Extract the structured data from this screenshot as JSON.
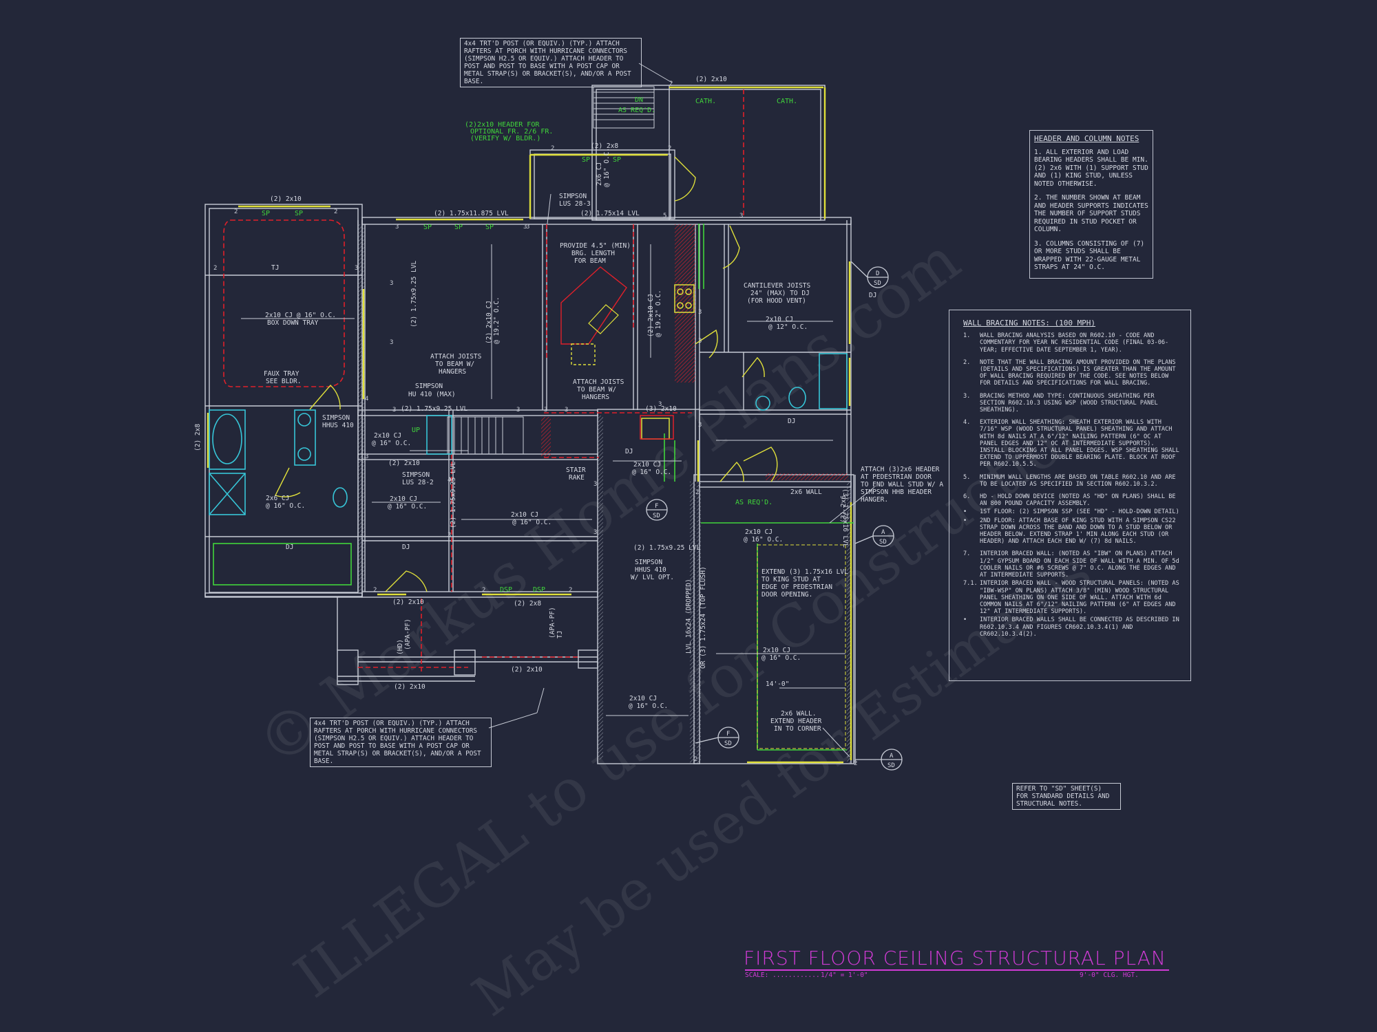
{
  "title": {
    "main": "FIRST FLOOR CEILING STRUCTURAL PLAN",
    "scale_label": "SCALE: ............",
    "scale_value": "1/4\" = 1'-0\"",
    "ceiling_height": "9'-0\" CLG. HGT."
  },
  "watermark": {
    "line1": "© Markus Home Plans.com",
    "line2": "ILLEGAL to use for Construction",
    "line3": "May be used for Estimates"
  },
  "header_notes": {
    "heading": "HEADER AND COLUMN NOTES",
    "items": [
      "1. ALL EXTERIOR AND LOAD BEARING HEADERS SHALL BE MIN. (2) 2x6 WITH (1) SUPPORT STUD AND (1) KING STUD, UNLESS NOTED OTHERWISE.",
      "2. THE NUMBER SHOWN AT BEAM AND HEADER SUPPORTS INDICATES THE NUMBER OF SUPPORT STUDS REQUIRED IN STUD POCKET OR COLUMN.",
      "3. COLUMNS CONSISTING OF (7) OR MORE STUDS SHALL BE WRAPPED WITH 22-GAUGE METAL STRAPS AT 24\" O.C."
    ]
  },
  "wall_bracing_notes": {
    "heading": "WALL BRACING NOTES: (100 MPH)",
    "items": [
      {
        "num": "1.",
        "text": "WALL BRACING ANALYSIS BASED ON R602.10 - CODE AND COMMENTARY FOR YEAR NC RESIDENTIAL CODE (FINAL 03-06-YEAR; EFFECTIVE DATE SEPTEMBER 1, YEAR)."
      },
      {
        "num": "2.",
        "text": "NOTE THAT THE WALL BRACING AMOUNT PROVIDED ON THE PLANS (DETAILS AND SPECIFICATIONS) IS GREATER THAN THE AMOUNT OF WALL BRACING REQUIRED BY THE CODE. SEE NOTES BELOW FOR DETAILS AND SPECIFICATIONS FOR WALL BRACING."
      },
      {
        "num": "3.",
        "text": "BRACING METHOD AND TYPE: CONTINUOUS SHEATHING PER SECTION R602.10.3 USING WSP (WOOD STRUCTURAL PANEL SHEATHING)."
      },
      {
        "num": "4.",
        "text": "EXTERIOR WALL SHEATHING: SHEATH EXTERIOR WALLS WITH 7/16\" WSP (WOOD STRUCTURAL PANEL) SHEATHING AND ATTACH WITH 8d NAILS AT A 6\"/12\" NAILING PATTERN (6\" OC AT PANEL EDGES AND 12\" OC AT INTERMEDIATE SUPPORTS). INSTALL BLOCKING AT ALL PANEL EDGES. WSP SHEATHING SHALL EXTEND TO UPPERMOST DOUBLE BEARING PLATE. BLOCK AT ROOF PER R602.10.5.5."
      },
      {
        "num": "5.",
        "text": "MINIMUM WALL LENGTHS ARE BASED ON TABLE R602.10 AND ARE TO BE LOCATED AS SPECIFIED IN SECTION R602.10.3.2."
      },
      {
        "num": "6.",
        "text": "HD - HOLD DOWN DEVICE (NOTED AS \"HD\" ON PLANS) SHALL BE AN 800 POUND CAPACITY ASSEMBLY."
      },
      {
        "num": "•",
        "text": "1ST FLOOR: (2) SIMPSON SSP (SEE \"HD\" - HOLD-DOWN DETAIL)"
      },
      {
        "num": "•",
        "text": "2ND FLOOR: ATTACH BASE OF KING STUD WITH A SIMPSON CS22 STRAP DOWN ACROSS THE BAND AND DOWN TO A STUD BELOW OR HEADER BELOW. EXTEND STRAP 1' MIN ALONG EACH STUD (OR HEADER) AND ATTACH EACH END W/ (7) 8d NAILS."
      },
      {
        "num": "7.",
        "text": "INTERIOR BRACED WALL: (NOTED AS \"IBW\" ON PLANS) ATTACH 1/2\" GYPSUM BOARD ON EACH SIDE OF WALL WITH A MIN. OF 5d COOLER NAILS OR #6 SCREWS @ 7\" O.C. ALONG THE EDGES AND AT INTERMEDIATE SUPPORTS."
      },
      {
        "num": "7.1.",
        "text": "INTERIOR BRACED WALL - WOOD STRUCTURAL PANELS: (NOTED AS \"IBW-WSP\" ON PLANS) ATTACH 3/8\" (MIN) WOOD STRUCTURAL PANEL SHEATHING ON ONE SIDE OF WALL. ATTACH WITH 6d COMMON NAILS AT 6\"/12\" NAILING PATTERN (6\" AT EDGES AND 12\" AT INTERMEDIATE SUPPORTS)."
      },
      {
        "num": "•",
        "text": "INTERIOR BRACED WALLS SHALL BE CONNECTED AS DESCRIBED IN R602.10.3.4 AND FIGURES CR602.10.3.4(1) AND CR602.10.3.4(2)."
      }
    ]
  },
  "callouts": {
    "post_top": "4x4 TRT'D POST (OR EQUIV.) (TYP.) ATTACH RAFTERS AT PORCH WITH HURRICANE CONNECTORS (SIMPSON H2.5 OR EQUIV.) ATTACH HEADER TO POST AND POST TO BASE WITH A POST CAP OR METAL STRAP(S) OR BRACKET(S), AND/OR A POST BASE.",
    "post_bottom": "4x4 TRT'D POST (OR EQUIV.) (TYP.) ATTACH RAFTERS AT PORCH WITH HURRICANE CONNECTORS (SIMPSON H2.5 OR EQUIV.) ATTACH HEADER TO POST AND POST TO BASE WITH A POST CAP OR METAL STRAP(S) OR BRACKET(S), AND/OR A POST BASE.",
    "refer_sd": "REFER TO \"SD\" SHEET(S) FOR STANDARD DETAILS AND STRUCTURAL NOTES."
  },
  "labels": {
    "green": [
      {
        "t": "(2)2x10 HEADER FOR"
      },
      {
        "t": "OPTIONAL FR. 2/6 FR."
      },
      {
        "t": "(VERIFY W/ BLDR.)"
      },
      {
        "t": "DN"
      },
      {
        "t": "AS REQ'D."
      },
      {
        "t": "CATH."
      },
      {
        "t": "CATH."
      },
      {
        "t": "SP"
      },
      {
        "t": "SP"
      },
      {
        "t": "SP"
      },
      {
        "t": "SP"
      },
      {
        "t": "SP"
      },
      {
        "t": "SP"
      },
      {
        "t": "SP"
      },
      {
        "t": "UP"
      },
      {
        "t": "DSP"
      },
      {
        "t": "DSP"
      },
      {
        "t": "AS REQ'D."
      }
    ],
    "white": [
      {
        "t": "(2) 2x10"
      },
      {
        "t": "(2) 2x10"
      },
      {
        "t": "(2) 2x8"
      },
      {
        "t": "(2) 1.75x11.875 LVL"
      },
      {
        "t": "(2) 1.75x14 LVL"
      },
      {
        "t": "SIMPSON"
      },
      {
        "t": "LUS 28-3"
      },
      {
        "t": "TJ"
      },
      {
        "t": "2x10 CJ @ 16\" O.C."
      },
      {
        "t": "BOX DOWN TRAY"
      },
      {
        "t": "FAUX TRAY"
      },
      {
        "t": "SEE BLDR."
      },
      {
        "t": "PROVIDE 4.5\" (MIN)"
      },
      {
        "t": "BRG. LENGTH"
      },
      {
        "t": "FOR BEAM"
      },
      {
        "t": "CANTILEVER JOISTS"
      },
      {
        "t": "24\" (MAX) TO DJ"
      },
      {
        "t": "(FOR HOOD VENT)"
      },
      {
        "t": "2x10 CJ"
      },
      {
        "t": "@ 12\" O.C."
      },
      {
        "t": "ATTACH JOISTS"
      },
      {
        "t": "TO BEAM W/"
      },
      {
        "t": "HANGERS"
      },
      {
        "t": "ATTACH JOISTS"
      },
      {
        "t": "TO BEAM W/"
      },
      {
        "t": "HANGERS"
      },
      {
        "t": "SIMPSON"
      },
      {
        "t": "HU 410 (MAX)"
      },
      {
        "t": "SIMPSON"
      },
      {
        "t": "HHUS 410"
      },
      {
        "t": "(2) 1.75x9.25 LVL"
      },
      {
        "t": "(3) 2x10"
      },
      {
        "t": "2x10 CJ"
      },
      {
        "t": "@ 16\" O.C."
      },
      {
        "t": "(2) 2x10"
      },
      {
        "t": "SIMPSON"
      },
      {
        "t": "LUS 28-2"
      },
      {
        "t": "STAIR"
      },
      {
        "t": "RAKE"
      },
      {
        "t": "DJ"
      },
      {
        "t": "2x10 CJ"
      },
      {
        "t": "@ 16\" O.C."
      },
      {
        "t": "2x10 CJ"
      },
      {
        "t": "@ 16\" O.C."
      },
      {
        "t": "2x6 CJ"
      },
      {
        "t": "@ 16\" O.C."
      },
      {
        "t": "2x10 CJ"
      },
      {
        "t": "@ 16\" O.C."
      },
      {
        "t": "2x10 CJ"
      },
      {
        "t": "@ 16\" O.C."
      },
      {
        "t": "DJ"
      },
      {
        "t": "DJ"
      },
      {
        "t": "DJ"
      },
      {
        "t": "(2) 1.75x9.25 LVL"
      },
      {
        "t": "SIMPSON"
      },
      {
        "t": "HHUS 410"
      },
      {
        "t": "W/ LVL OPT."
      },
      {
        "t": "(2) 2x10"
      },
      {
        "t": "(2) 2x8"
      },
      {
        "t": "(2) 2x10"
      },
      {
        "t": "(2) 2x10"
      },
      {
        "t": "2x6 WALL"
      },
      {
        "t": "ATTACH (3)2x6 HEADER"
      },
      {
        "t": "AT PEDESTRIAN DOOR"
      },
      {
        "t": "TO END WALL STUD W/ A"
      },
      {
        "t": "SIMPSON HHB HEADER"
      },
      {
        "t": "HANGER."
      },
      {
        "t": "EXTEND (3) 1.75x16 LVL"
      },
      {
        "t": "TO KING STUD AT"
      },
      {
        "t": "EDGE OF PEDESTRIAN"
      },
      {
        "t": "DOOR OPENING."
      },
      {
        "t": "2x10 CJ"
      },
      {
        "t": "@ 16\" O.C."
      },
      {
        "t": "14'-0\""
      },
      {
        "t": "2x6 WALL."
      },
      {
        "t": "EXTEND HEADER"
      },
      {
        "t": "IN TO CORNER"
      },
      {
        "t": "2x10 CJ"
      },
      {
        "t": "@ 16\" O.C."
      },
      {
        "t": "(3) 1.75x16 LVL"
      },
      {
        "t": "(3) 2x6"
      },
      {
        "t": "(2) 2x8"
      },
      {
        "t": "(2) 2x10 CJ"
      },
      {
        "t": "@ 19.2\" O.C."
      },
      {
        "t": "(2) 2x10 CJ"
      },
      {
        "t": "@ 19.2\" O.C."
      },
      {
        "t": "(2) 1.75x9.25 LVL"
      },
      {
        "t": "2x6 CJ"
      },
      {
        "t": "@ 16\" O.C."
      },
      {
        "t": "LVL 16x24 (DROPPED)"
      },
      {
        "t": "OR (3) 1.75x24 (TOP FLUSH)"
      },
      {
        "t": "(2) 1.75x9.25 LVL"
      },
      {
        "t": "(HD)"
      },
      {
        "t": "(APA-PF)"
      },
      {
        "t": "(APA-PF)"
      },
      {
        "t": "TJ"
      },
      {
        "t": "DJ"
      }
    ],
    "markers": [
      {
        "top": "D",
        "bot": "SD"
      },
      {
        "top": "A",
        "bot": "SD"
      },
      {
        "top": "F",
        "bot": "SD"
      },
      {
        "top": "F",
        "bot": "SD"
      },
      {
        "top": "A",
        "bot": "SD"
      }
    ]
  },
  "colors": {
    "background": "#232739",
    "line": "#c8ccd6",
    "yellow": "#e0e03a",
    "green": "#41d63b",
    "red": "#e0202a",
    "cyan": "#37c6d8",
    "magenta": "#d13bd6"
  }
}
